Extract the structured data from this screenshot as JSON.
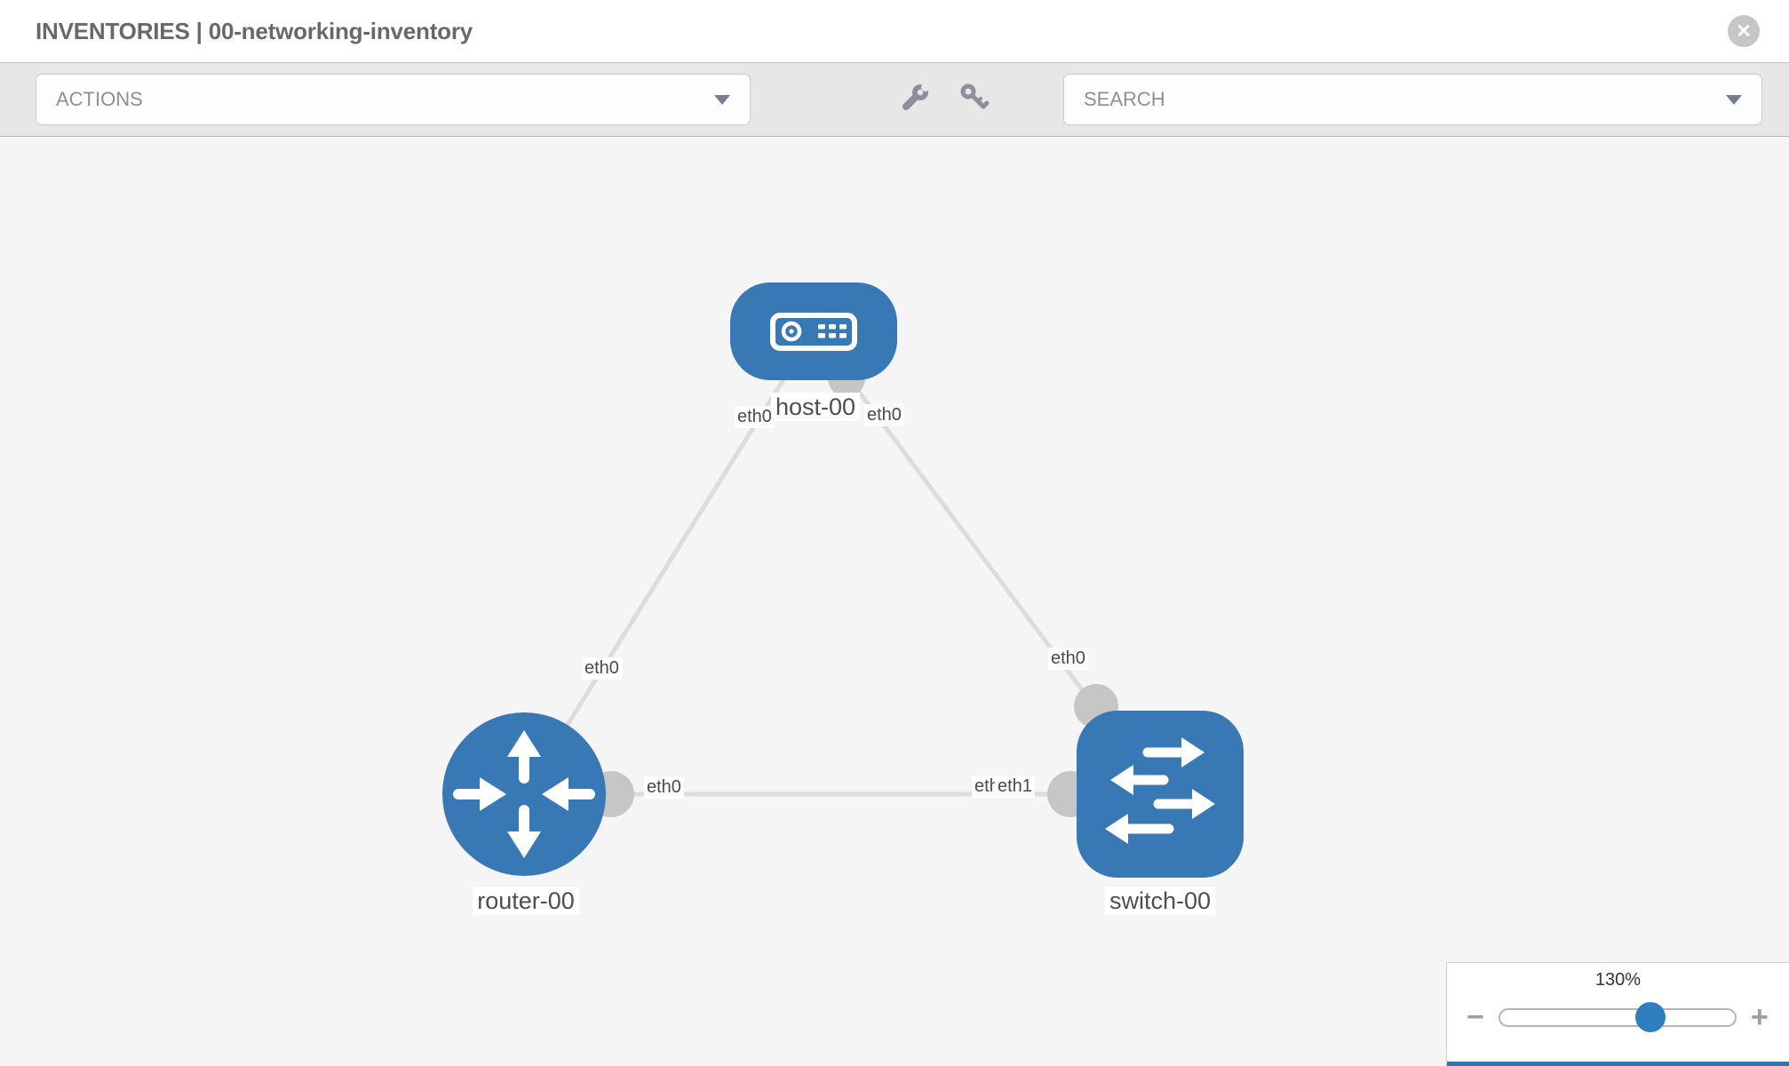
{
  "window": {
    "title": "INVENTORIES | 00-networking-inventory",
    "close_glyph": "✕"
  },
  "toolbar": {
    "actions_label": "ACTIONS",
    "search_placeholder": "SEARCH"
  },
  "topology": {
    "nodes": [
      {
        "label": "host-00",
        "type": "host"
      },
      {
        "label": "router-00",
        "type": "router"
      },
      {
        "label": "switch-00",
        "type": "switch"
      }
    ],
    "links": [
      {
        "from": "host-00",
        "to": "router-00"
      },
      {
        "from": "host-00",
        "to": "switch-00"
      },
      {
        "from": "router-00",
        "to": "switch-00"
      }
    ],
    "interfaces": {
      "host_to_router": "eth0",
      "host_to_switch": "eth0",
      "router_to_host": "eth0",
      "router_to_switch": "eth0",
      "switch_to_host": "eth0",
      "switch_to_router_back": "eth0",
      "switch_to_router_front": "eth1"
    }
  },
  "zoom_control": {
    "level": "130%",
    "minus_label": "−",
    "plus_label": "+"
  },
  "colors": {
    "node_blue": "#3878b5",
    "port_gray": "#c6c6c6",
    "link_gray": "#dcdcdc",
    "accent_bar_blue": "#2478c0"
  }
}
